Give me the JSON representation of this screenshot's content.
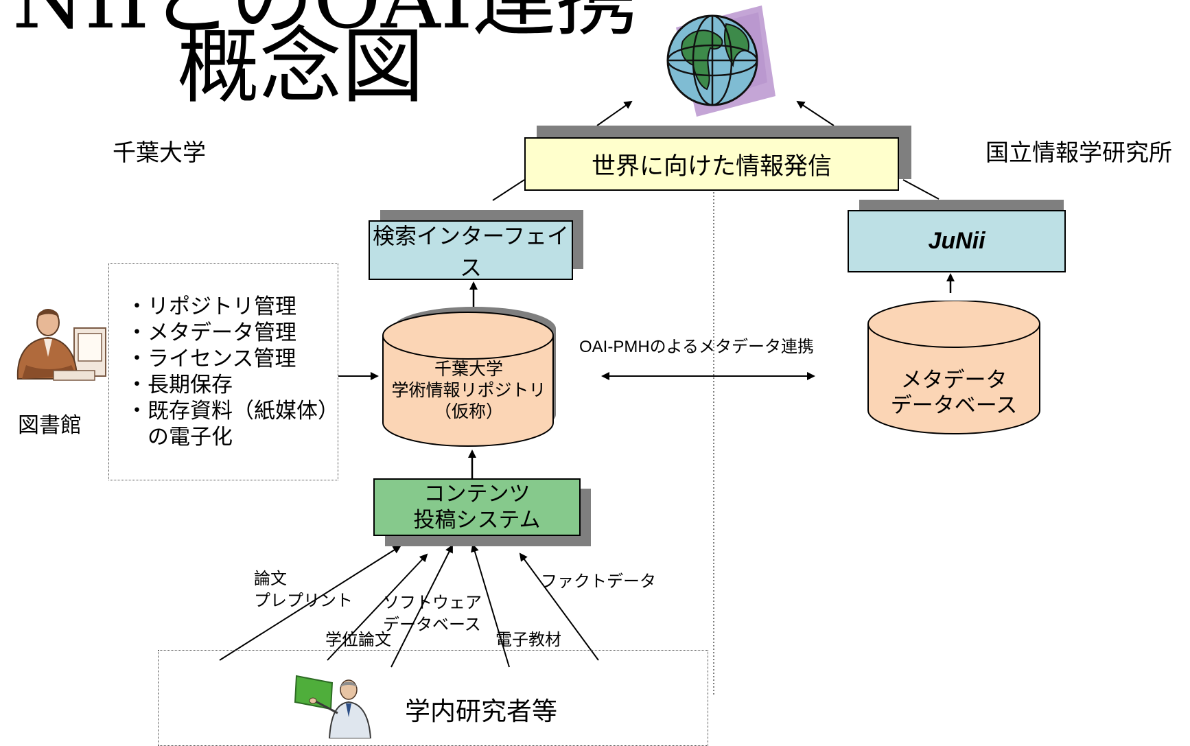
{
  "title": {
    "line1": "NIIとのOAI連携",
    "line2": "概念図"
  },
  "regions": {
    "left": "千葉大学",
    "right": "国立情報学研究所"
  },
  "nodes": {
    "world": "世界に向けた情報発信",
    "search_interface": "検索インターフェイス",
    "junii": "JuNii",
    "repository": [
      "千葉大学",
      "学術情報リポジトリ",
      "（仮称）"
    ],
    "metadata_db": [
      "メタデータ",
      "データベース"
    ],
    "contents_system": [
      "コンテンツ",
      "投稿システム"
    ],
    "researchers": "学内研究者等",
    "library": "図書館"
  },
  "library_tasks": [
    "・リポジトリ管理",
    "・メタデータ管理",
    "・ライセンス管理",
    "・長期保存",
    "・既存資料（紙媒体）",
    "　の電子化"
  ],
  "link_label": "OAI-PMHのよるメタデータ連携",
  "content_types": {
    "paper": [
      "論文",
      "プレプリント"
    ],
    "software": [
      "ソフトウェア",
      "データベース"
    ],
    "thesis": "学位論文",
    "factdata": "ファクトデータ",
    "elearning": "電子教材"
  },
  "icons": {
    "globe": "globe-icon",
    "librarian": "librarian-at-computer-icon",
    "lecturer": "lecturer-at-board-icon"
  },
  "colors": {
    "yellow_box": "#ffffcc",
    "blue_box": "#bde0e5",
    "peach_cylinder": "#fbd5b5",
    "green_box": "#86c98c",
    "shadow": "#7f7f7f"
  }
}
